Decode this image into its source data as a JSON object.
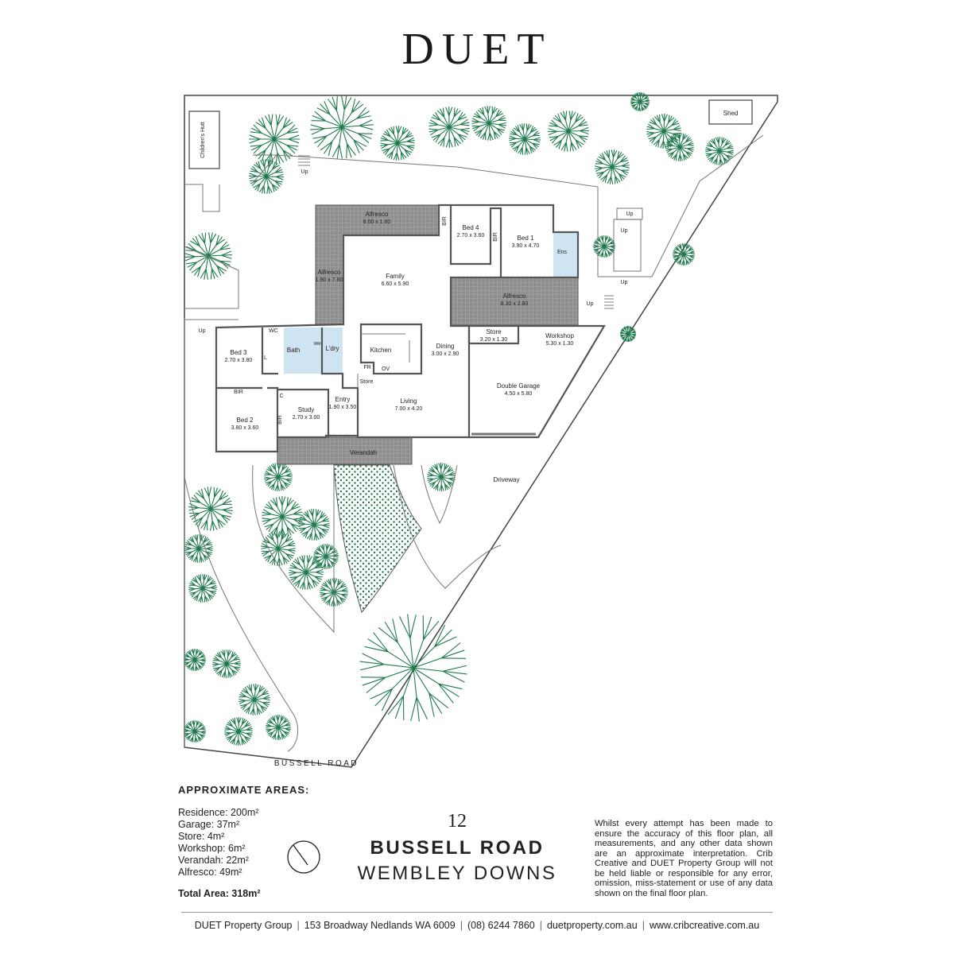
{
  "brand": {
    "logo": "DUET"
  },
  "plan": {
    "rooms": [
      {
        "id": "alfresco-top",
        "name": "Alfresco",
        "dims": "8.00 x 1.80"
      },
      {
        "id": "bed4",
        "name": "Bed 4",
        "dims": "2.70 x 3.60"
      },
      {
        "id": "bed1",
        "name": "Bed 1",
        "dims": "3.90 x 4.70"
      },
      {
        "id": "family",
        "name": "Family",
        "dims": "6.60 x 5.90"
      },
      {
        "id": "alfresco-left",
        "name": "Alfresco",
        "dims": "1.90 x 7.80"
      },
      {
        "id": "alfresco-right",
        "name": "Alfresco",
        "dims": "8.30 x 2.80"
      },
      {
        "id": "store-garage",
        "name": "Store",
        "dims": "3.20 x 1.30"
      },
      {
        "id": "workshop",
        "name": "Workshop",
        "dims": "5.30 x 1.30"
      },
      {
        "id": "bed3",
        "name": "Bed 3",
        "dims": "2.70 x 3.80"
      },
      {
        "id": "dining",
        "name": "Dining",
        "dims": "3.00 x 2.90"
      },
      {
        "id": "double-garage",
        "name": "Double Garage",
        "dims": "4.50 x 5.80"
      },
      {
        "id": "entry",
        "name": "Entry",
        "dims": "1.90 x 3.50"
      },
      {
        "id": "living",
        "name": "Living",
        "dims": "7.00 x 4.20"
      },
      {
        "id": "study",
        "name": "Study",
        "dims": "2.70 x 3.00"
      },
      {
        "id": "bed2",
        "name": "Bed 2",
        "dims": "3.80 x 3.60"
      }
    ],
    "labels": {
      "shed": "Shed",
      "childrens_hut": "Children's Hutt",
      "up": "Up",
      "bir": "BIR",
      "ens": "Ens",
      "wc": "WC",
      "bath": "Bath",
      "wm": "WM",
      "laundry": "L'dry",
      "linen": "L",
      "kitchen": "Kitchen",
      "fridge": "FR",
      "oven": "OV",
      "store": "Store",
      "cupboard": "C",
      "verandah": "Verandah",
      "driveway": "Driveway",
      "street": "BUSSELL ROAD"
    }
  },
  "areas": {
    "title": "APPROXIMATE AREAS:",
    "items": [
      "Residence: 200m²",
      "Garage: 37m²",
      "Store: 4m²",
      "Workshop: 6m²",
      "Verandah: 22m²",
      "Alfresco: 49m²"
    ],
    "total": "Total Area: 318m²"
  },
  "address": {
    "number": "12",
    "street": "BUSSELL ROAD",
    "suburb": "WEMBLEY DOWNS"
  },
  "disclaimer": "Whilst every attempt has been made to ensure the accuracy of this floor plan, all measurements, and any other data shown are an approximate interpretation. Crib Creative and DUET Property Group will not be held liable or responsible for any error, omission, miss-statement or use of any data shown on the final floor plan.",
  "footer": [
    "DUET Property Group",
    "153 Broadway Nedlands WA 6009",
    "(08) 6244 7860",
    "duetproperty.com.au",
    "www.cribcreative.com.au"
  ],
  "colors": {
    "tree": "#1e7a4c",
    "paving": "#a0a0a0",
    "wet_area": "#cfe4f2"
  }
}
